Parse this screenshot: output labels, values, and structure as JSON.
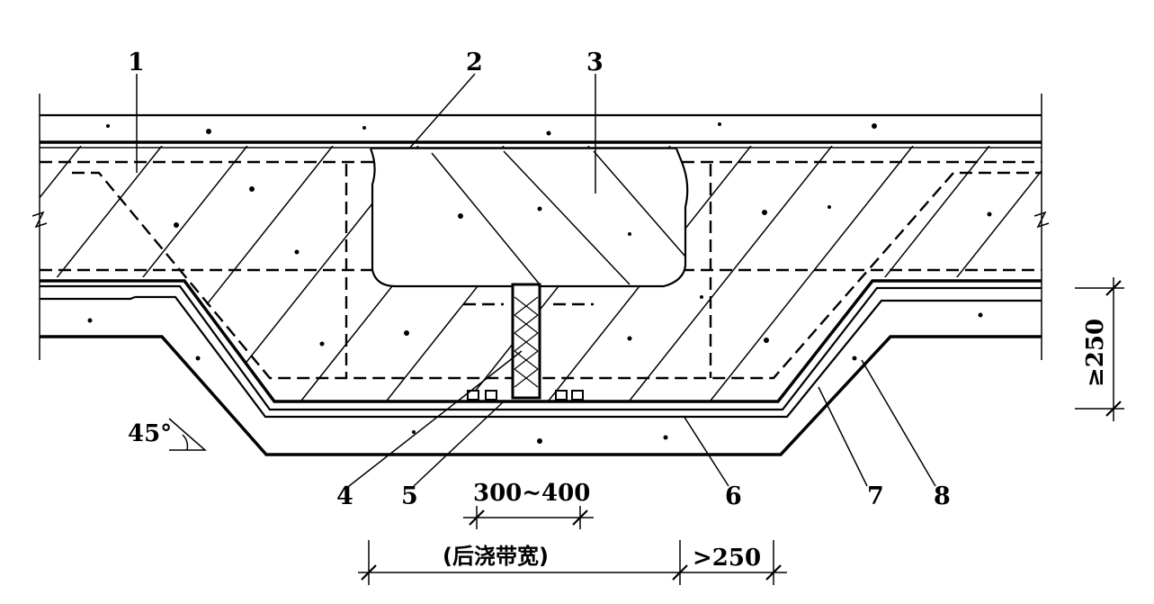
{
  "labels": {
    "l1": "1",
    "l2": "2",
    "l3": "3",
    "l4": "4",
    "l5": "5",
    "l6": "6",
    "l7": "7",
    "l8": "8"
  },
  "angle": "45°",
  "dimensions": {
    "joint_width": "300~400",
    "strip_width": "(后浇带宽)",
    "overlap": ">250",
    "depth": "≥250"
  }
}
